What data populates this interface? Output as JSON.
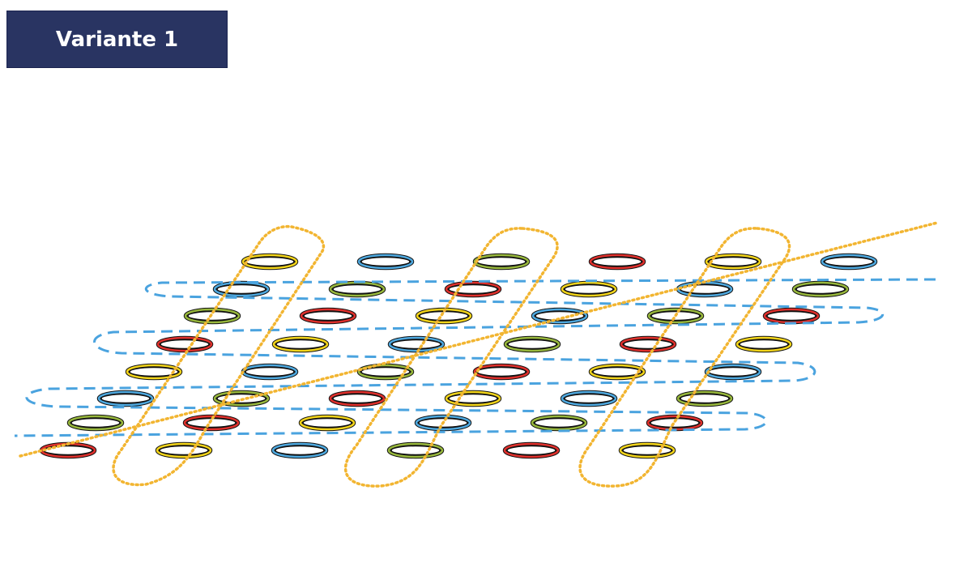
{
  "title": "Variante 1",
  "colors": {
    "title_bg": "#293462",
    "yellow": "#f3d51a",
    "blue": "#4ea9e0",
    "green": "#98b83c",
    "red": "#e0302c",
    "path_dashed": "#4aa3df",
    "path_dotted": "#f2b531"
  },
  "rings": [
    [
      "yellow",
      "blue",
      "green",
      "red",
      "yellow",
      "blue"
    ],
    [
      "blue",
      "green",
      "red",
      "yellow",
      "blue",
      "green"
    ],
    [
      "green",
      "red",
      "yellow",
      "blue",
      "green",
      "red"
    ],
    [
      "red",
      "yellow",
      "blue",
      "green",
      "red",
      "yellow"
    ],
    [
      "yellow",
      "blue",
      "green",
      "red",
      "yellow",
      "blue"
    ],
    [
      "blue",
      "green",
      "red",
      "yellow",
      "blue",
      "green"
    ],
    [
      "green",
      "red",
      "yellow",
      "blue",
      "green",
      "red"
    ],
    [
      "red",
      "yellow",
      "blue",
      "green",
      "red",
      "yellow"
    ]
  ]
}
